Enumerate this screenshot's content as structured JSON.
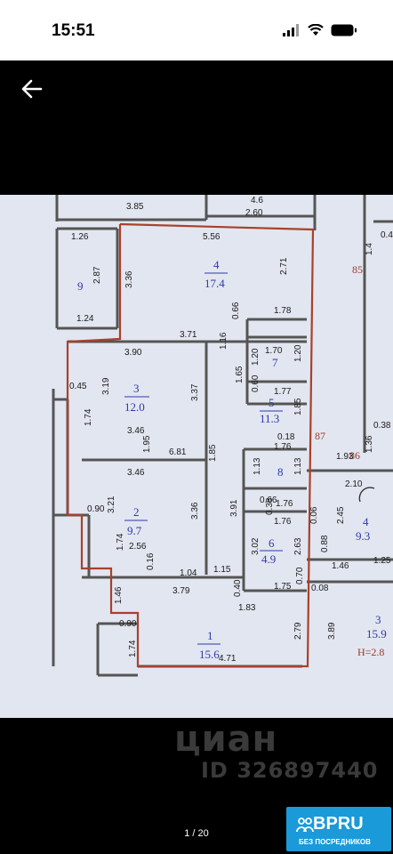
{
  "status_bar": {
    "time": "15:51"
  },
  "viewer": {
    "counter": "1 / 20"
  },
  "watermark": {
    "logo": "циан",
    "id_text": "ID 326897440"
  },
  "badge": {
    "title": "BPRU",
    "subtitle": "БЕЗ ПОСРЕДНИКОВ"
  },
  "floorplan": {
    "rooms": [
      {
        "number": "1",
        "area": "15.6"
      },
      {
        "number": "2",
        "area": "9.7"
      },
      {
        "number": "3",
        "area": "12.0"
      },
      {
        "number": "4",
        "area": "17.4"
      },
      {
        "number": "5",
        "area": "11.3"
      },
      {
        "number": "6",
        "area": "4.9"
      },
      {
        "number": "7",
        "area": ""
      },
      {
        "number": "8",
        "area": ""
      },
      {
        "number": "9",
        "area": ""
      }
    ],
    "neighbor_rooms": [
      {
        "number": "4",
        "area": "9.3"
      },
      {
        "number": "3",
        "area": "15.9"
      }
    ],
    "neighbor_labels": [
      "4.6",
      "85",
      "86",
      "87",
      "H=2.8"
    ],
    "dimensions": [
      "3.85",
      "2.60",
      "1.26",
      "5.56",
      "2.71",
      "3.36",
      "2.87",
      "1.24",
      "0.66",
      "1.78",
      "3.71",
      "1.16",
      "1.70",
      "3.90",
      "1.20",
      "1.20",
      "0.45",
      "3.19",
      "3.37",
      "1.65",
      "0.60",
      "1.77",
      "1.74",
      "3.46",
      "1.85",
      "0.18",
      "1.95",
      "6.81",
      "1.85",
      "1.76",
      "0.38",
      "1.36",
      "3.46",
      "1.13",
      "1.13",
      "1.93",
      "2.10",
      "0.90",
      "3.21",
      "3.36",
      "3.91",
      "1.76",
      "0.66",
      "0.38",
      "1.76",
      "0.06",
      "2.45",
      "1.74",
      "2.56",
      "3.02",
      "2.63",
      "0.88",
      "0.16",
      "1.04",
      "1.15",
      "1.46",
      "1.25",
      "0.70",
      "0.08",
      "3.79",
      "0.40",
      "1.75",
      "1.83",
      "1.46",
      "3.89",
      "0.90",
      "2.79",
      "1.74",
      "4.71",
      "0.4",
      "1.4"
    ]
  }
}
